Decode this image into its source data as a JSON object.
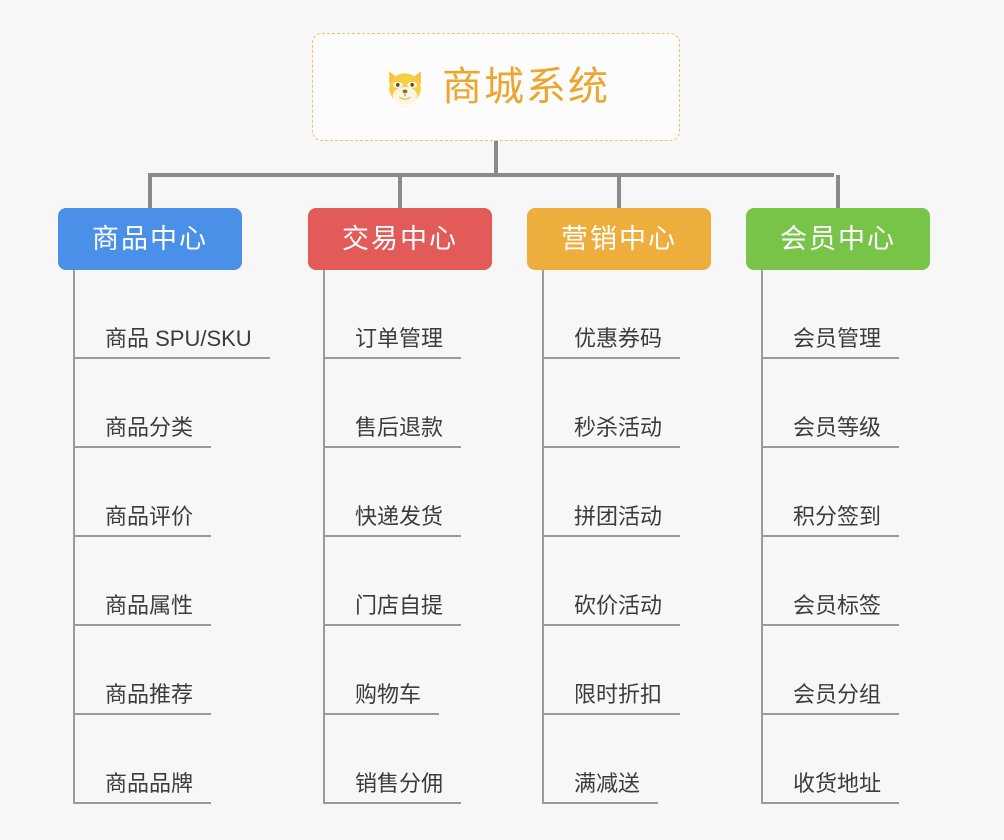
{
  "root": {
    "title": "商城系统",
    "icon": "shiba-dog-icon",
    "border_color": "#f0c06a",
    "text_color": "#eca52e",
    "background": "#fcfcfc"
  },
  "canvas": {
    "background": "#f7f7f7",
    "connector_color": "#8a8a8a"
  },
  "columns": [
    {
      "title": "商品中心",
      "color": "#4a90e8",
      "items": [
        "商品 SPU/SKU",
        "商品分类",
        "商品评价",
        "商品属性",
        "商品推荐",
        "商品品牌"
      ]
    },
    {
      "title": "交易中心",
      "color": "#e25b58",
      "items": [
        "订单管理",
        "售后退款",
        "快递发货",
        "门店自提",
        "购物车",
        "销售分佣"
      ]
    },
    {
      "title": "营销中心",
      "color": "#eeae3e",
      "items": [
        "优惠券码",
        "秒杀活动",
        "拼团活动",
        "砍价活动",
        "限时折扣",
        "满减送"
      ]
    },
    {
      "title": "会员中心",
      "color": "#78c449",
      "items": [
        "会员管理",
        "会员等级",
        "积分签到",
        "会员标签",
        "会员分组",
        "收货地址"
      ]
    }
  ]
}
